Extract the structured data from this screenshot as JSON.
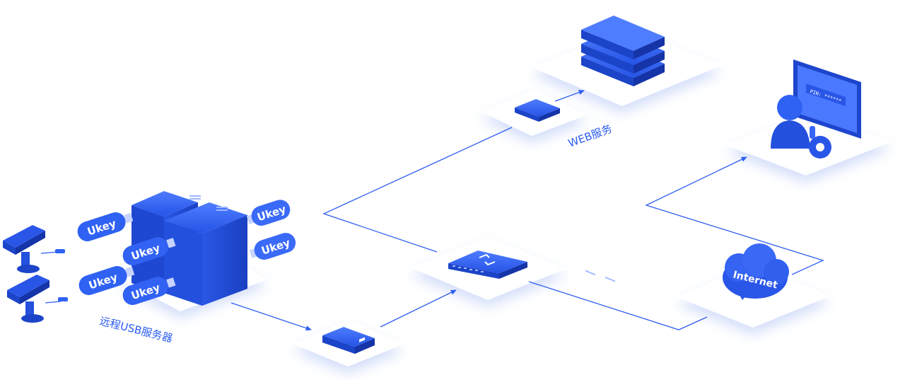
{
  "labels": {
    "web_service": "WEB服务",
    "remote_usb_server": "远程USB服务器",
    "internet": "Internet",
    "pin": "PIN: ******"
  },
  "ukeys": [
    "Ukey",
    "Ukey",
    "Ukey",
    "Ukey",
    "Ukey",
    "Ukey"
  ],
  "colors": {
    "primary": "#2f62f3",
    "primary_dark": "#1b45c9",
    "primary_light": "#5b86ff",
    "line": "#2f5ff0",
    "platform": "#ffffff",
    "shadow": "#dfe7fb"
  },
  "icons": [
    "camera-icon",
    "usb-key-icon",
    "rack-server-icon",
    "usb-device-icon",
    "switch-icon",
    "sync-icon",
    "internet-cloud-icon",
    "web-server-icon",
    "gateway-icon",
    "user-pin-icon"
  ]
}
